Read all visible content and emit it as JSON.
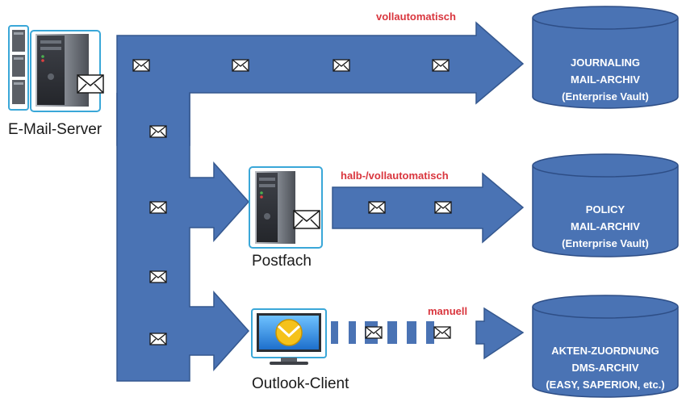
{
  "colors": {
    "arrow_fill": "#4A73B4",
    "arrow_stroke": "#35588F",
    "cylinder_fill": "#4A73B4",
    "cylinder_stroke": "#2E4E86",
    "label_red": "#D9363E",
    "envelope": "#ffffff"
  },
  "nodes": {
    "server": {
      "label": "E-Mail-Server",
      "icon": "server-rack-icon"
    },
    "mailbox": {
      "label": "Postfach",
      "icon": "server-tower-icon"
    },
    "client": {
      "label": "Outlook-Client",
      "icon": "monitor-icon"
    }
  },
  "flows": {
    "journaling": "vollautomatisch",
    "policy": "halb-/vollautomatisch",
    "manual": "manuell"
  },
  "archives": [
    {
      "line1": "JOURNALING",
      "line2": "MAIL-ARCHIV",
      "line3": "(Enterprise Vault)"
    },
    {
      "line1": "POLICY",
      "line2": "MAIL-ARCHIV",
      "line3": "(Enterprise Vault)"
    },
    {
      "line1": "AKTEN-ZUORDNUNG",
      "line2": "DMS-ARCHIV",
      "line3": "(EASY, SAPERION, etc.)"
    }
  ]
}
